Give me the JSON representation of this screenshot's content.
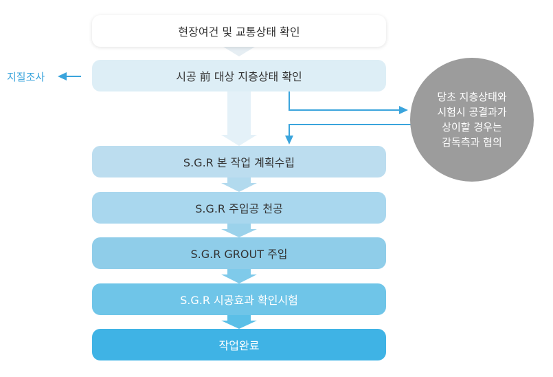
{
  "steps": [
    {
      "label": "현장여건 및 교통상태 확인"
    },
    {
      "label": "시공 前 대상 지층상태 확인"
    },
    {
      "label": "S.G.R 본 작업 계획수립"
    },
    {
      "label": "S.G.R 주입공 천공"
    },
    {
      "label": "S.G.R GROUT 주입"
    },
    {
      "label": "S.G.R 시공효과 확인시험"
    },
    {
      "label": "작업완료"
    }
  ],
  "side_label": "지질조사",
  "note": {
    "lines": [
      "당초 지층상태와",
      "시험시 공결과가",
      "상이할 경우는",
      "감독측과 협의"
    ]
  },
  "colors": {
    "arrow": "#3aa4dc",
    "circle": "#9c9c9c",
    "final_step": "#3fb3e5"
  }
}
